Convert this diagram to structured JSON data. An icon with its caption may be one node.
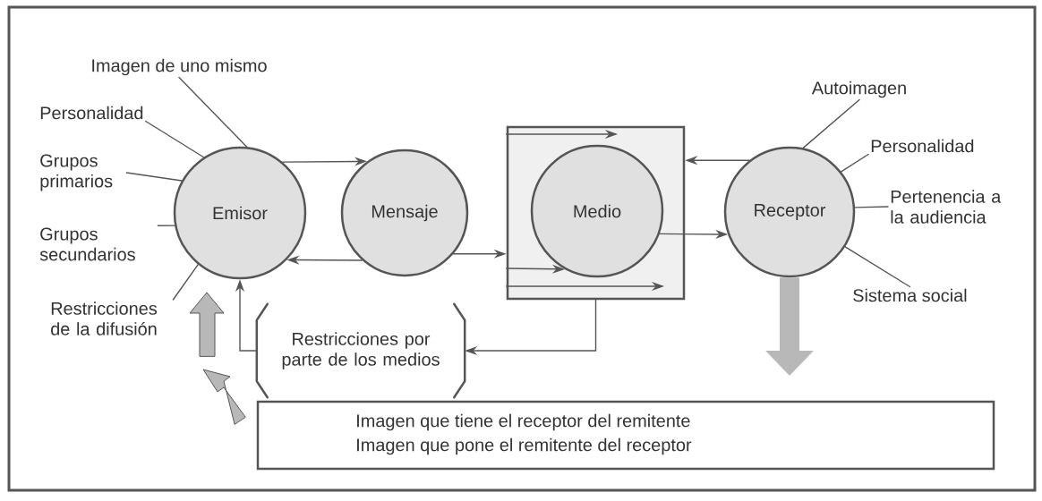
{
  "diagram": {
    "nodes": [
      {
        "text": [
          "Emisor"
        ]
      },
      {
        "text": [
          "Mensaje"
        ]
      },
      {
        "text": [],
        "shape": "box"
      },
      {
        "text": [
          "Medio"
        ],
        "in": 2
      },
      {
        "text": [
          "Receptor"
        ]
      },
      {
        "text": [
          "Restricciones por parte de los medios"
        ]
      },
      {
        "text": [
          "Imagen que tiene el receptor del remitente",
          "Imagen que pone el remitente del receptor"
        ]
      },
      {
        "text": [
          "Imagen de uno mismo"
        ]
      },
      {
        "text": [
          "Personalidad"
        ]
      },
      {
        "text": [
          "Grupos primarios"
        ]
      },
      {
        "text": [
          "Grupos secundarios"
        ]
      },
      {
        "text": [
          "Restricciones de la difusión"
        ]
      },
      {
        "text": [
          "Autoimagen"
        ]
      },
      {
        "text": [
          "Personalidad"
        ]
      },
      {
        "text": [
          "Pertenencia a la audiencia"
        ]
      },
      {
        "text": [
          "Sistema social"
        ]
      }
    ],
    "edges": [
      {
        "from": 0,
        "to": 1,
        "arrow": "to"
      },
      {
        "from": 1,
        "to": 0,
        "arrow": "to"
      },
      {
        "from": 1,
        "to": 2,
        "arrow": "to"
      },
      {
        "from": 2,
        "to": null,
        "arrow": "to"
      },
      {
        "from": 2,
        "to": 3,
        "arrow": "to"
      },
      {
        "from": 2,
        "to": null,
        "arrow": "to"
      },
      {
        "from": 3,
        "to": 4,
        "arrow": "to"
      },
      {
        "from": 4,
        "to": 2,
        "arrow": "to"
      },
      {
        "from": 2,
        "to": 5,
        "arrow": "to"
      },
      {
        "from": 5,
        "to": 0,
        "arrow": "to"
      },
      {
        "from": 4,
        "to": null,
        "arrow": "to",
        "style": "thick",
        "color": "#b8b8b8"
      },
      {
        "from": 7,
        "to": 0,
        "arrow": "none"
      },
      {
        "from": 8,
        "to": 0,
        "arrow": "none"
      },
      {
        "from": 9,
        "to": 0,
        "arrow": "none"
      },
      {
        "from": 10,
        "to": 0,
        "arrow": "none"
      },
      {
        "from": 11,
        "to": 0,
        "arrow": "none"
      },
      {
        "from": 12,
        "to": 4,
        "arrow": "none"
      },
      {
        "from": 13,
        "to": 4,
        "arrow": "none"
      },
      {
        "from": 14,
        "to": 4,
        "arrow": "none"
      },
      {
        "from": 15,
        "to": 4,
        "arrow": "none"
      }
    ]
  }
}
